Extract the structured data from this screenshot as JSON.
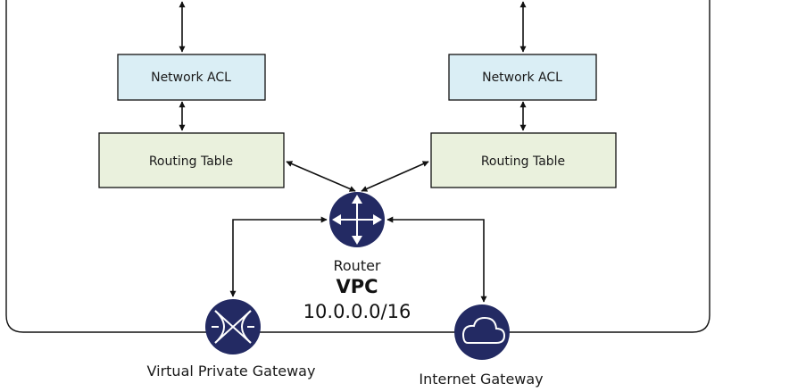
{
  "diagram": {
    "left_acl": "Network ACL",
    "right_acl": "Network ACL",
    "left_routing": "Routing Table",
    "right_routing": "Routing Table",
    "router": "Router",
    "vpc_name": "VPC",
    "vpc_cidr": "10.0.0.0/16",
    "vpg": "Virtual Private Gateway",
    "igw": "Internet Gateway"
  },
  "colors": {
    "icon": "#232a63",
    "acl_fill": "#daeef5",
    "routing_fill": "#eaf1dd"
  },
  "icons": {
    "router": "router-icon",
    "vpg": "virtual-private-gateway-icon",
    "igw": "internet-gateway-cloud-icon"
  }
}
